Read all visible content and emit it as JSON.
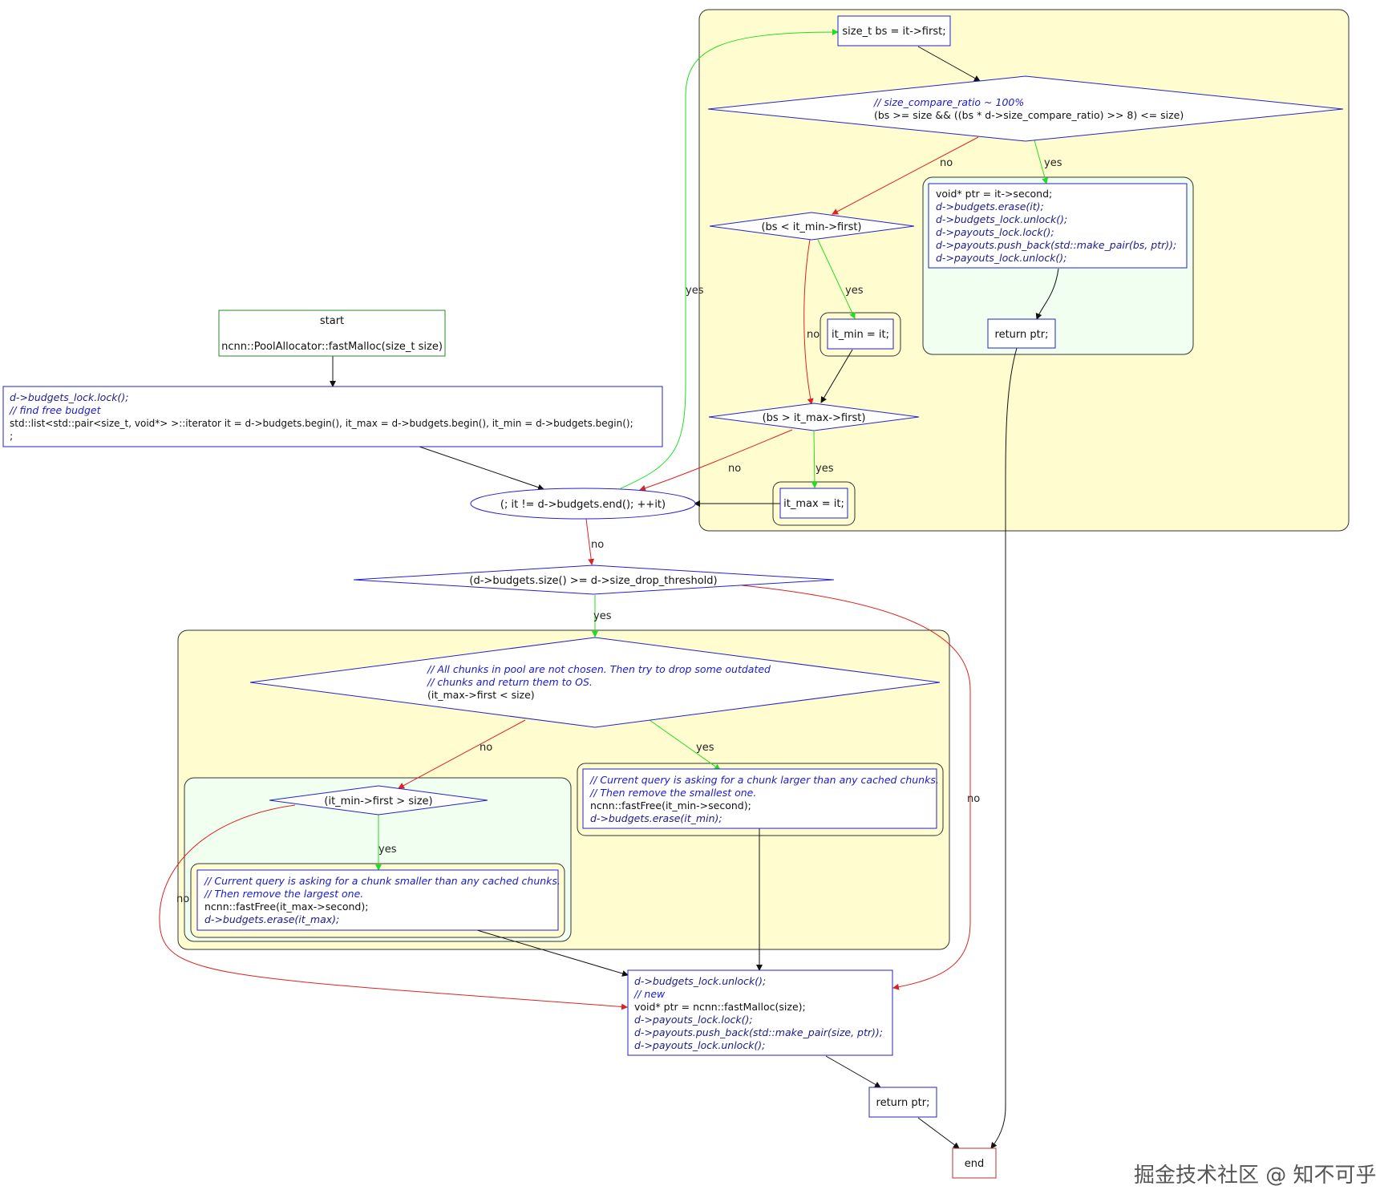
{
  "colors": {
    "cluster_fill": "#fffdd0",
    "inner_cluster_fill": "#f0fff0",
    "node_border": "#2222cc",
    "start_border": "#2a8a2a",
    "end_border": "#b33333",
    "edge_yes": "#22dd22",
    "edge_no": "#dd2222",
    "edge_plain": "#111111"
  },
  "nodes": {
    "start": {
      "line1": "start",
      "line2": "ncnn::PoolAllocator::fastMalloc(size_t size)"
    },
    "init": {
      "line1": "d->budgets_lock.lock();",
      "line2": "// find free budget",
      "line3": "std::list<std::pair<size_t, void*> >::iterator it = d->budgets.begin(), it_max = d->budgets.begin(), it_min = d->budgets.begin();",
      "line4": ";"
    },
    "loop": "(; it != d->budgets.end(); ++it)",
    "bs_assign": "size_t bs = it->first;",
    "ratio_check": {
      "line1": "// size_compare_ratio ~ 100%",
      "line2": "(bs >= size && ((bs * d->size_compare_ratio) >> 8) <= size)"
    },
    "found_block": {
      "line1": "void* ptr = it->second;",
      "line2": "d->budgets.erase(it);",
      "line3": "d->budgets_lock.unlock();",
      "line4": "d->payouts_lock.lock();",
      "line5": "d->payouts.push_back(std::make_pair(bs, ptr));",
      "line6": "d->payouts_lock.unlock();"
    },
    "return_found": "return ptr;",
    "min_check": "(bs < it_min->first)",
    "min_assign": "it_min = it;",
    "max_check": "(bs > it_max->first)",
    "max_assign": "it_max = it;",
    "threshold_check": "(d->budgets.size() >= d->size_drop_threshold)",
    "chunks_check": {
      "line1": "// All chunks in pool are not chosen. Then try to drop some outdated",
      "line2": "// chunks and return them to OS.",
      "line3": "(it_max->first < size)"
    },
    "drop_min": {
      "line1": "// Current query is asking for a chunk larger than any cached chunks.",
      "line2": "// Then remove the smallest one.",
      "line3": "ncnn::fastFree(it_min->second);",
      "line4": "d->budgets.erase(it_min);"
    },
    "min_size_check": "(it_min->first > size)",
    "drop_max": {
      "line1": "// Current query is asking for a chunk smaller than any cached chunks.",
      "line2": "// Then remove the largest one.",
      "line3": "ncnn::fastFree(it_max->second);",
      "line4": "d->budgets.erase(it_max);"
    },
    "alloc_block": {
      "line1": "d->budgets_lock.unlock();",
      "line2": "// new",
      "line3": "void* ptr = ncnn::fastMalloc(size);",
      "line4": "d->payouts_lock.lock();",
      "line5": "d->payouts.push_back(std::make_pair(size, ptr));",
      "line6": "d->payouts_lock.unlock();"
    },
    "return_new": "return ptr;",
    "end": "end"
  },
  "edge_labels": {
    "yes": "yes",
    "no": "no"
  },
  "watermark": "掘金技术社区 @ 知不可乎"
}
